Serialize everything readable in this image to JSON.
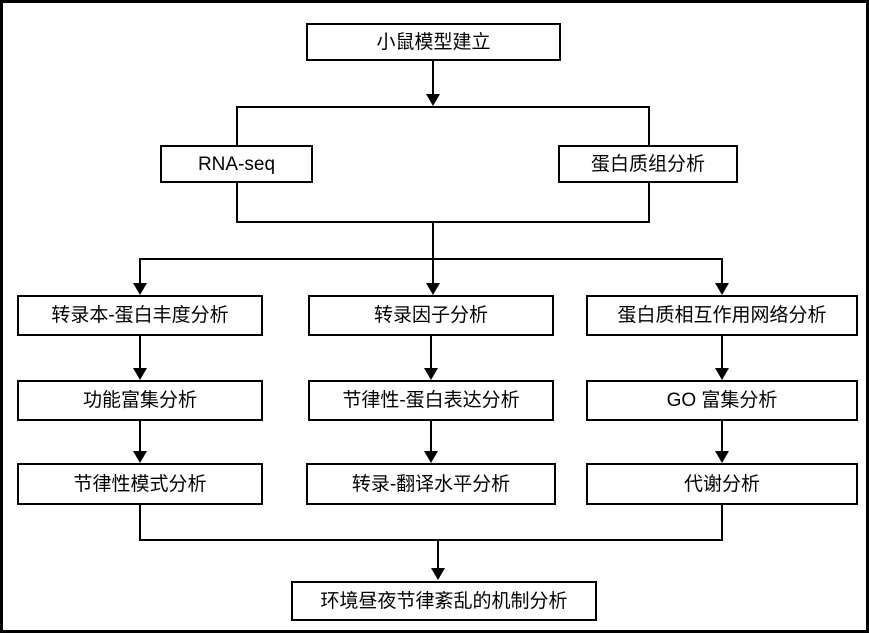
{
  "diagram": {
    "type": "flowchart",
    "colors": {
      "line": "#000000",
      "box_border": "#000000",
      "box_fill": "#ffffff",
      "background": "#ffffff"
    },
    "nodes": {
      "mouse_model": {
        "label": "小鼠模型建立"
      },
      "rna_seq": {
        "label": "RNA-seq"
      },
      "proteomics": {
        "label": "蛋白质组分析"
      },
      "transcript_protein_abundance": {
        "label": "转录本-蛋白丰度分析"
      },
      "transcription_factor": {
        "label": "转录因子分析"
      },
      "ppi_network": {
        "label": "蛋白质相互作用网络分析"
      },
      "functional_enrichment": {
        "label": "功能富集分析"
      },
      "rhythm_protein_expression": {
        "label": "节律性-蛋白表达分析"
      },
      "go_enrichment": {
        "label": "GO 富集分析"
      },
      "rhythmic_pattern": {
        "label": "节律性模式分析"
      },
      "transcription_translation": {
        "label": "转录-翻译水平分析"
      },
      "metabolism": {
        "label": "代谢分析"
      },
      "mechanism": {
        "label": "环境昼夜节律紊乱的机制分析"
      }
    },
    "edges": [
      "mouse_model -> rna_seq",
      "mouse_model -> proteomics",
      "rna_seq + proteomics -> transcript_protein_abundance",
      "rna_seq + proteomics -> transcription_factor",
      "rna_seq + proteomics -> ppi_network",
      "transcript_protein_abundance -> functional_enrichment",
      "functional_enrichment -> rhythmic_pattern",
      "transcription_factor -> rhythm_protein_expression",
      "rhythm_protein_expression -> transcription_translation",
      "ppi_network -> go_enrichment",
      "go_enrichment -> metabolism",
      "rhythmic_pattern + metabolism -> mechanism"
    ]
  }
}
